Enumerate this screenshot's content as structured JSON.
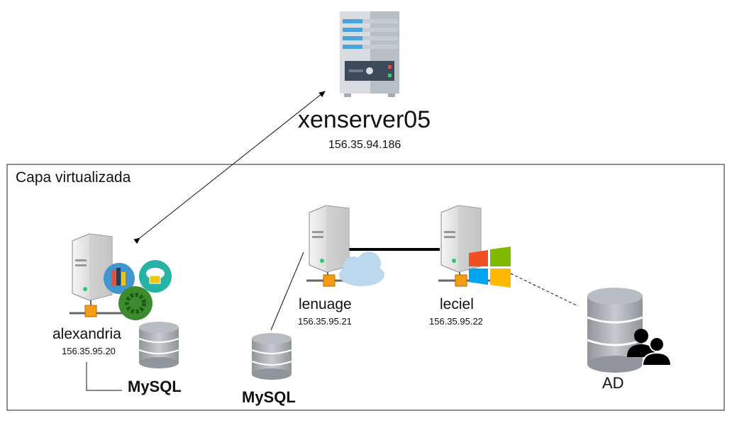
{
  "layer": {
    "title": "Capa virtualizada"
  },
  "host": {
    "name": "xenserver05",
    "ip": "156.35.94.186",
    "icon": "rack-server-icon"
  },
  "nodes": {
    "alexandria": {
      "name": "alexandria",
      "ip": "156.35.95.20",
      "db_label": "MySQL"
    },
    "lenuage": {
      "name": "lenuage",
      "ip": "156.35.95.21",
      "db_label": "MySQL"
    },
    "leciel": {
      "name": "leciel",
      "ip": "156.35.95.22"
    },
    "ad": {
      "name": "AD"
    }
  },
  "colors": {
    "rack_body": "#d9dde2",
    "rack_stripe": "#4aa3df",
    "server_body": "#e6e6e6",
    "connector": "#f39c12",
    "db": "#a9aeb3",
    "cloud": "#bcd8ec",
    "win_red": "#f25022",
    "win_green": "#7fba00",
    "win_blue": "#00a4ef",
    "win_yellow": "#ffb900",
    "gear": "#3d8b2f"
  }
}
